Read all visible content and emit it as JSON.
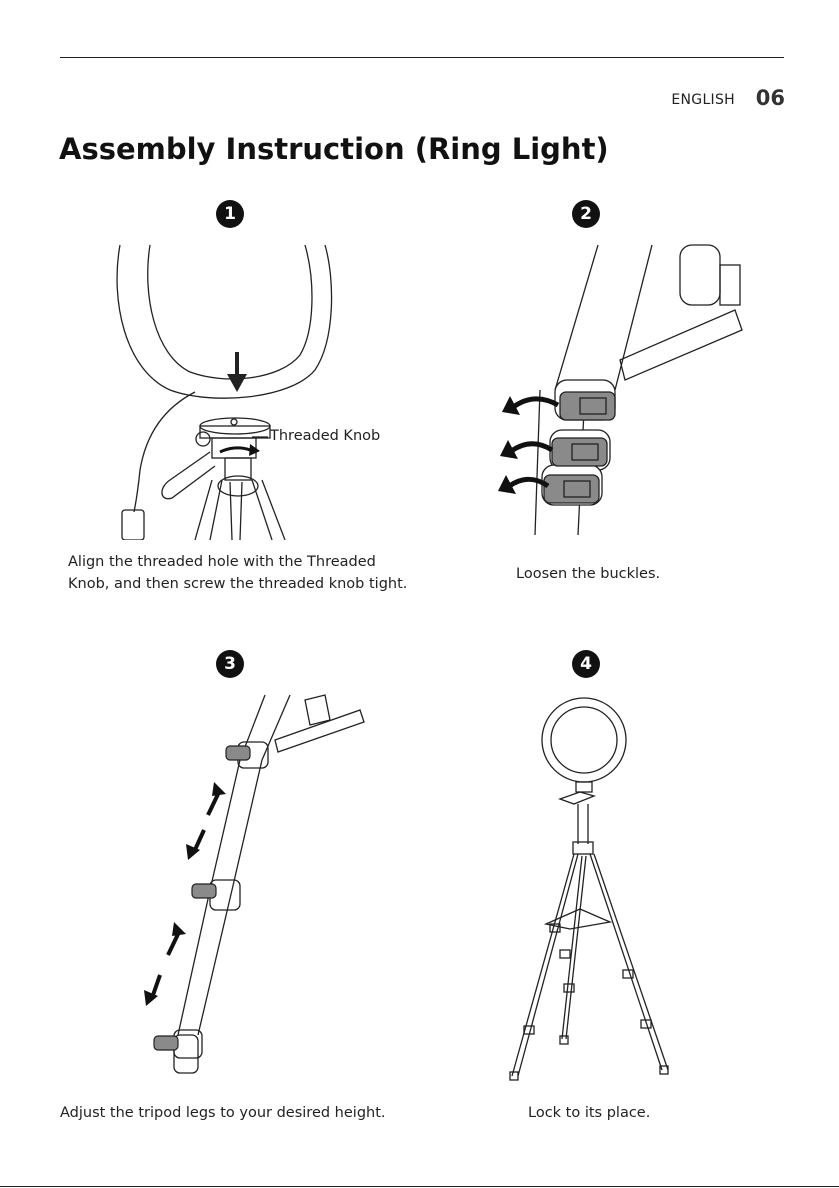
{
  "header": {
    "language": "ENGLISH",
    "page_number": "06"
  },
  "title": "Assembly Instruction (Ring Light)",
  "steps": [
    {
      "number": "1",
      "caption": "Align the threaded hole with the Threaded\nKnob, and then screw the threaded knob tight.",
      "callout": "Threaded Knob"
    },
    {
      "number": "2",
      "caption": "Loosen the buckles."
    },
    {
      "number": "3",
      "caption": "Adjust the tripod legs to your desired height."
    },
    {
      "number": "4",
      "caption": "Lock to its place."
    }
  ]
}
